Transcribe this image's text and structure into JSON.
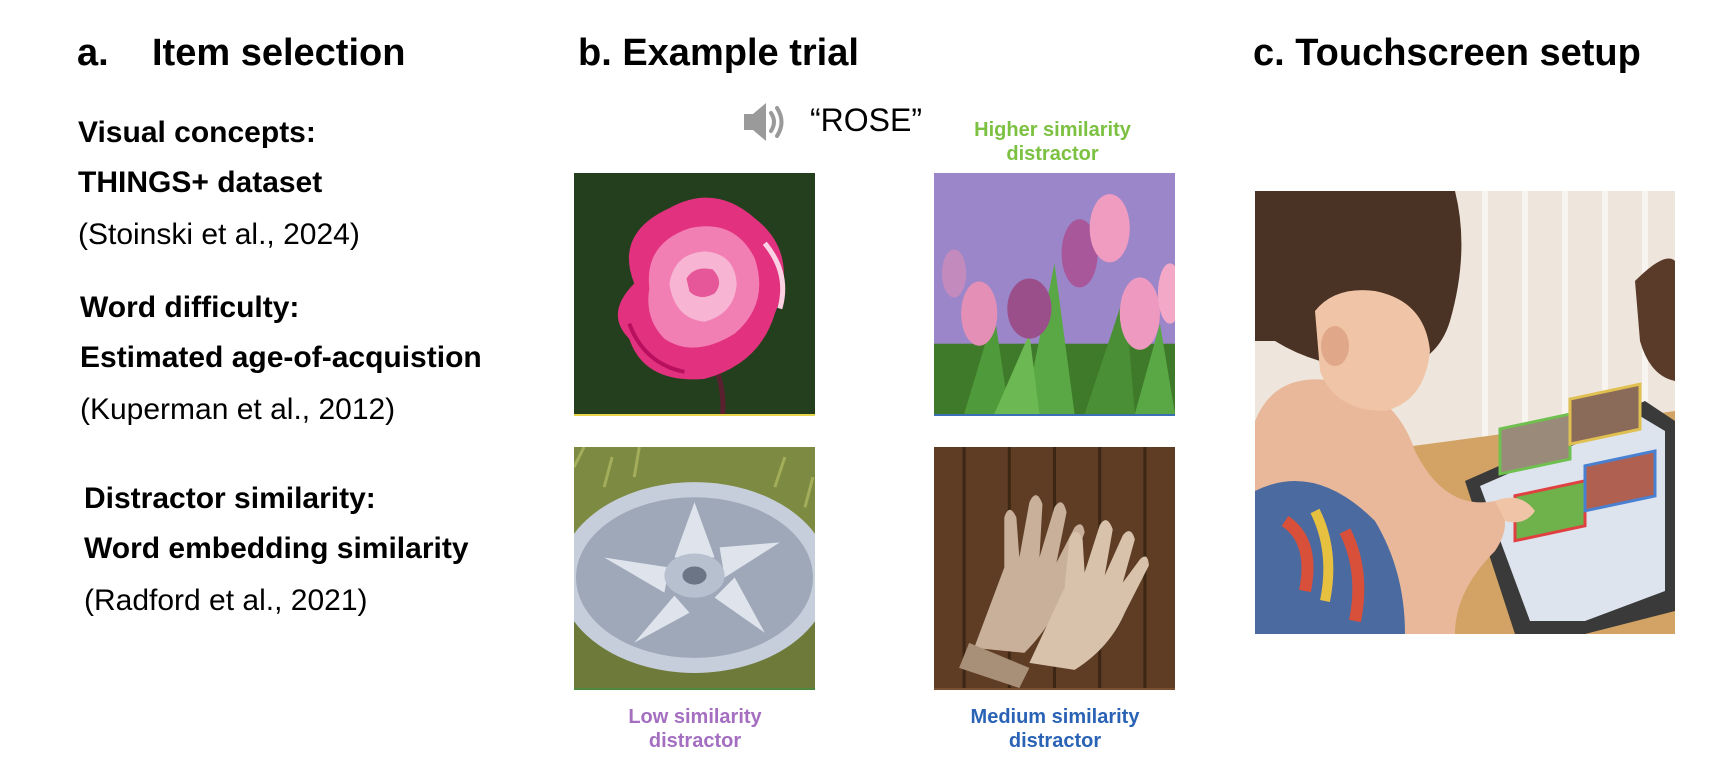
{
  "panel_a": {
    "label": "a.",
    "title": "Item selection",
    "groups": [
      {
        "heading": "Visual concepts:",
        "detail": "THINGS+ dataset",
        "citation": "(Stoinski et al., 2024)"
      },
      {
        "heading": "Word difficulty:",
        "detail": "Estimated age-of-acquistion",
        "citation": "(Kuperman et al., 2012)"
      },
      {
        "heading": "Distractor similarity:",
        "detail": "Word embedding similarity",
        "citation": "(Radford et al., 2021)"
      }
    ]
  },
  "panel_b": {
    "title": "b. Example trial",
    "audio_icon": "speaker-icon",
    "spoken_word": "“ROSE”",
    "images": [
      {
        "name": "rose",
        "label_line1": "",
        "label_line2": "",
        "border": "#e8d44a"
      },
      {
        "name": "tulips",
        "label_line1": "Higher similarity",
        "label_line2": "distractor",
        "color": "#7cc142",
        "border": "#3b6fb6"
      },
      {
        "name": "hubcap",
        "label_line1": "Low similarity",
        "label_line2": "distractor",
        "color": "#a46fc0",
        "border": "#4d8a3e"
      },
      {
        "name": "gloves",
        "label_line1": "Medium similarity",
        "label_line2": "distractor",
        "color": "#2a63b5",
        "border": "#7a5030"
      }
    ]
  },
  "panel_c": {
    "title": "c. Touchscreen setup"
  }
}
